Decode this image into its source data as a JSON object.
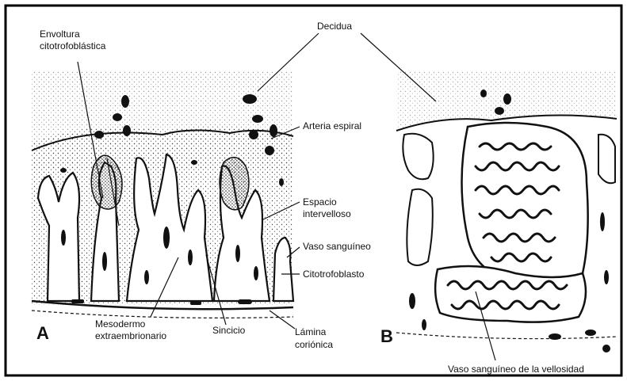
{
  "labels": {
    "envoltura_line1": "Envoltura",
    "envoltura_line2": "citotrofoblástica",
    "decidua": "Decidua",
    "arteria_espiral": "Arteria espiral",
    "espacio_line1": "Espacio",
    "espacio_line2": "intervelloso",
    "vaso_sanguineo": "Vaso sanguíneo",
    "citotrofoblasto": "Citotrofoblasto",
    "mesodermo_line1": "Mesodermo",
    "mesodermo_line2": "extraembrionario",
    "sincicio": "Sincicio",
    "lamina_line1": "Lámina",
    "lamina_line2": "coriónica",
    "vaso_vellosidad": "Vaso sanguíneo de la vellosidad"
  },
  "panels": {
    "a": "A",
    "b": "B"
  }
}
